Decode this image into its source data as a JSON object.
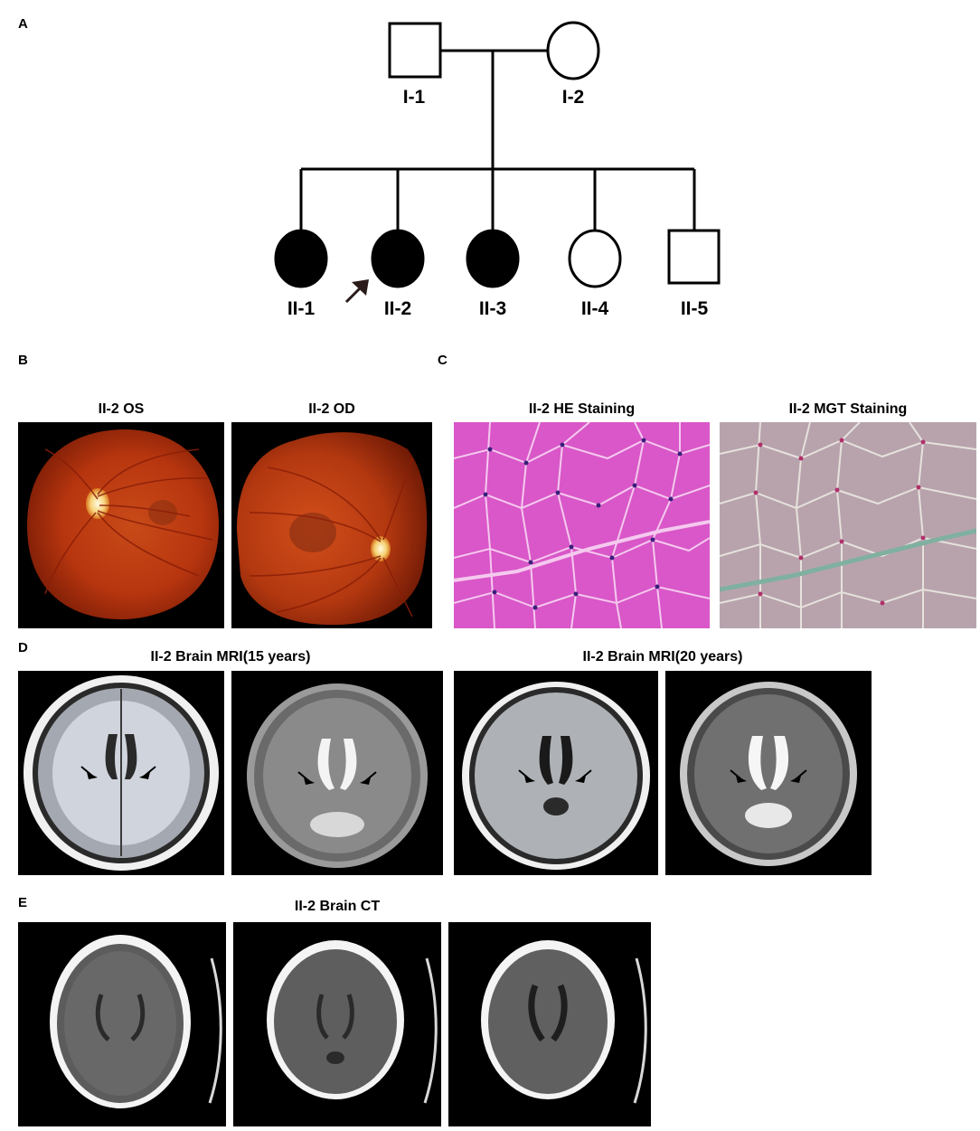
{
  "panels": {
    "a": {
      "letter": "A"
    },
    "b": {
      "letter": "B"
    },
    "c": {
      "letter": "C"
    },
    "d": {
      "letter": "D"
    },
    "e": {
      "letter": "E"
    }
  },
  "pedigree": {
    "individuals": [
      {
        "id": "I-1",
        "sex": "male",
        "affected": false
      },
      {
        "id": "I-2",
        "sex": "female",
        "affected": false
      },
      {
        "id": "II-1",
        "sex": "female",
        "affected": true
      },
      {
        "id": "II-2",
        "sex": "female",
        "affected": true,
        "proband": true
      },
      {
        "id": "II-3",
        "sex": "female",
        "affected": true
      },
      {
        "id": "II-4",
        "sex": "female",
        "affected": false
      },
      {
        "id": "II-5",
        "sex": "male",
        "affected": false
      }
    ]
  },
  "fundus": {
    "captions": [
      "II-2 OS",
      "II-2 OD"
    ]
  },
  "staining": {
    "captions": [
      "II-2 HE Staining",
      "II-2 MGT Staining"
    ]
  },
  "mri": {
    "captions": [
      "II-2 Brain MRI(15 years)",
      "II-2 Brain MRI(20 years)"
    ]
  },
  "ct": {
    "caption": "II-2 Brain CT"
  },
  "colors": {
    "fundus_bg": "#b83a12",
    "he_stain": "#d957c8",
    "mgt_stain": "#b8a3ad",
    "scan_bg": "#000000"
  }
}
